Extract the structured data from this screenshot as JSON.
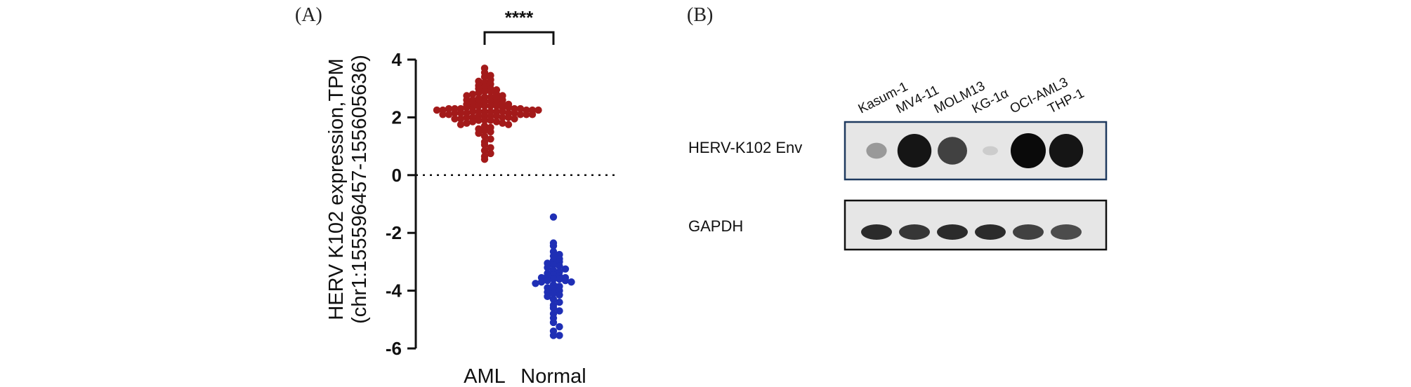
{
  "panel_a": {
    "label": "(A)"
  },
  "panel_b": {
    "label": "(B)",
    "lanes": [
      "Kasum-1",
      "MV4-11",
      "MOLM13",
      "KG-1α",
      "OCI-AML3",
      "THP-1"
    ],
    "rows": [
      {
        "label": "HERV-K102 Env",
        "intensity": [
          0.35,
          0.95,
          0.75,
          0.12,
          1.0,
          0.95
        ],
        "border_color": "#1f3a5f"
      },
      {
        "label": "GAPDH",
        "intensity": [
          0.85,
          0.8,
          0.85,
          0.85,
          0.75,
          0.7
        ],
        "border_color": "#111111"
      }
    ]
  },
  "chart_data": {
    "type": "scatter",
    "subtype": "dot-plot",
    "ylabel_line1": "HERV K102 expression,TPM",
    "ylabel_line2": "(chr1:155596457-155605636)",
    "categories": [
      "AML",
      "Normal"
    ],
    "ylim": [
      -6,
      4
    ],
    "yticks": [
      "4",
      "2",
      "0",
      "-2",
      "-4",
      "-6"
    ],
    "reference_line": 0,
    "significance": "****",
    "series": [
      {
        "category": "AML",
        "color": "#a31a1a",
        "values": [
          3.7,
          3.55,
          3.45,
          3.4,
          3.3,
          3.25,
          3.2,
          3.15,
          3.1,
          3.05,
          3.0,
          3.0,
          2.95,
          2.9,
          2.9,
          2.85,
          2.8,
          2.8,
          2.75,
          2.75,
          2.7,
          2.7,
          2.65,
          2.65,
          2.6,
          2.6,
          2.6,
          2.55,
          2.55,
          2.5,
          2.5,
          2.5,
          2.45,
          2.45,
          2.45,
          2.4,
          2.4,
          2.4,
          2.4,
          2.35,
          2.35,
          2.35,
          2.35,
          2.3,
          2.3,
          2.3,
          2.3,
          2.3,
          2.25,
          2.25,
          2.25,
          2.25,
          2.25,
          2.2,
          2.2,
          2.2,
          2.2,
          2.2,
          2.2,
          2.15,
          2.15,
          2.15,
          2.15,
          2.15,
          2.1,
          2.1,
          2.1,
          2.1,
          2.1,
          2.05,
          2.05,
          2.05,
          2.05,
          2.0,
          2.0,
          2.0,
          2.0,
          1.95,
          1.95,
          1.95,
          1.9,
          1.9,
          1.9,
          1.85,
          1.85,
          1.8,
          1.8,
          1.75,
          1.75,
          1.7,
          1.65,
          1.6,
          1.55,
          1.5,
          1.45,
          1.35,
          1.25,
          1.15,
          1.05,
          0.95,
          0.85,
          0.75,
          0.65,
          0.55
        ]
      },
      {
        "category": "Normal",
        "color": "#1f2fb5",
        "values": [
          -1.45,
          -2.35,
          -2.45,
          -2.65,
          -2.75,
          -2.8,
          -2.9,
          -2.95,
          -3.0,
          -3.05,
          -3.1,
          -3.15,
          -3.2,
          -3.25,
          -3.3,
          -3.35,
          -3.4,
          -3.45,
          -3.5,
          -3.5,
          -3.55,
          -3.55,
          -3.6,
          -3.6,
          -3.65,
          -3.65,
          -3.7,
          -3.7,
          -3.75,
          -3.8,
          -3.85,
          -3.9,
          -3.95,
          -4.0,
          -4.05,
          -4.1,
          -4.15,
          -4.2,
          -4.3,
          -4.4,
          -4.5,
          -4.6,
          -4.7,
          -4.8,
          -4.95,
          -5.1,
          -5.25,
          -5.4,
          -5.55,
          -5.55
        ]
      }
    ]
  }
}
